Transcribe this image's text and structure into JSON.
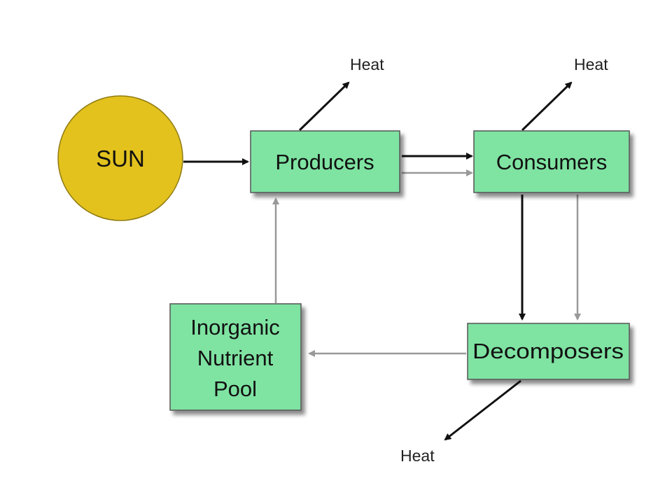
{
  "colors": {
    "sun_fill": "#e3c21e",
    "sun_stroke": "#8f7a10",
    "box_fill": "#7fe3a2",
    "box_stroke": "#555555",
    "energy_arrow": "#111111",
    "nutrient_arrow": "#999999"
  },
  "nodes": {
    "sun": {
      "label": "SUN"
    },
    "producers": {
      "label": "Producers"
    },
    "consumers": {
      "label": "Consumers"
    },
    "decomposers": {
      "label": "Decomposers"
    },
    "nutrient_pool": {
      "lines": [
        "Inorganic",
        "Nutrient",
        "Pool"
      ]
    }
  },
  "heat_labels": {
    "producers": "Heat",
    "consumers": "Heat",
    "decomposers": "Heat"
  },
  "edges": [
    {
      "from": "sun",
      "to": "producers",
      "kind": "energy"
    },
    {
      "from": "producers",
      "to": "consumers",
      "kind": "energy"
    },
    {
      "from": "producers",
      "to": "consumers",
      "kind": "nutrient"
    },
    {
      "from": "consumers",
      "to": "decomposers",
      "kind": "energy"
    },
    {
      "from": "consumers",
      "to": "decomposers",
      "kind": "nutrient"
    },
    {
      "from": "decomposers",
      "to": "nutrient_pool",
      "kind": "nutrient"
    },
    {
      "from": "nutrient_pool",
      "to": "producers",
      "kind": "nutrient"
    },
    {
      "from": "producers",
      "to": "heat",
      "kind": "energy"
    },
    {
      "from": "consumers",
      "to": "heat",
      "kind": "energy"
    },
    {
      "from": "decomposers",
      "to": "heat",
      "kind": "energy"
    }
  ]
}
